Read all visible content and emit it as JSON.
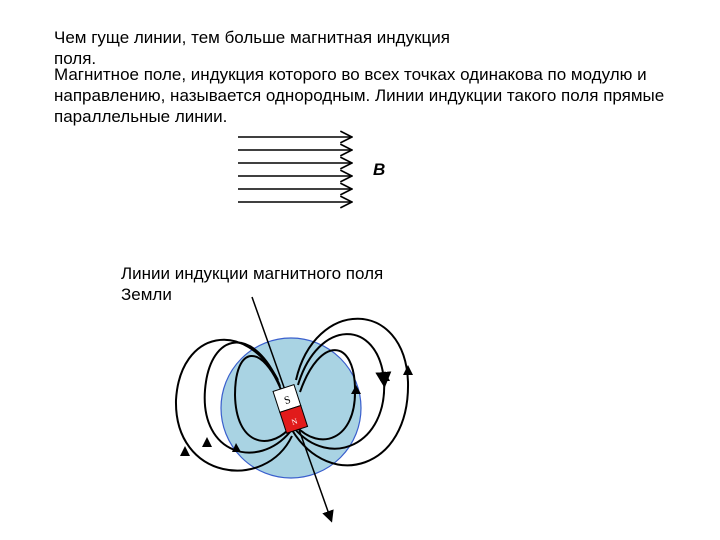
{
  "texts": {
    "density_note": "Чем гуще линии, тем больше магнитная индукция поля.",
    "uniform_field_definition": "Магнитное поле, индукция которого во всех точках одинакова по модулю и направлению, называется однородным. Линии индукции такого поля прямые параллельные линии.",
    "earth_field_caption": "Линии индукции магнитного поля Земли"
  },
  "uniform_field": {
    "vector_label": "B",
    "line_count": 6
  },
  "earth_diagram": {
    "magnet_south_label": "S",
    "magnet_north_label": "N",
    "colors": {
      "earth_fill": "#a9d3e3",
      "earth_stroke": "#3a5fcd",
      "magnet_north": "#e11b1b",
      "magnet_south": "#ffffff"
    }
  }
}
